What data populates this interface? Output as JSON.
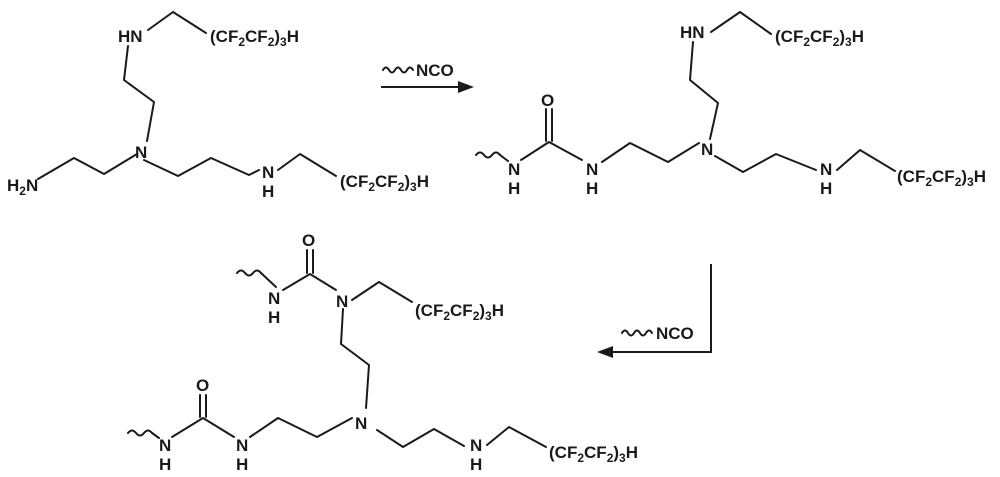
{
  "molecule_1": {
    "amine_end": {
      "main": "H",
      "sub": "2",
      "tail": "N"
    },
    "n_center": "N",
    "nh_upper": "HN",
    "nh_right": {
      "n": "N",
      "h": "H"
    },
    "fluoro_upper": {
      "open": "(CF",
      "sub1": "2",
      "mid": "CF",
      "sub2": "2",
      "close": ")",
      "sub3": "3",
      "end": "H"
    },
    "fluoro_right": {
      "open": "(CF",
      "sub1": "2",
      "mid": "CF",
      "sub2": "2",
      "close": ")",
      "sub3": "3",
      "end": "H"
    }
  },
  "arrow_1": {
    "reagent": "NCO"
  },
  "molecule_2": {
    "carbonyl_o": "O",
    "urea_nh_left": {
      "n": "N",
      "h": "H"
    },
    "urea_nh_right": {
      "n": "N",
      "h": "H"
    },
    "n_center": "N",
    "nh_upper": "HN",
    "nh_right": {
      "n": "N",
      "h": "H"
    },
    "fluoro_upper": {
      "open": "(CF",
      "sub1": "2",
      "mid": "CF",
      "sub2": "2",
      "close": ")",
      "sub3": "3",
      "end": "H"
    },
    "fluoro_right": {
      "open": "(CF",
      "sub1": "2",
      "mid": "CF",
      "sub2": "2",
      "close": ")",
      "sub3": "3",
      "end": "H"
    }
  },
  "arrow_2": {
    "reagent": "NCO"
  },
  "molecule_3": {
    "upper_carbonyl_o": "O",
    "upper_urea_nh": {
      "n": "N",
      "h": "H"
    },
    "upper_urea_n": "N",
    "lower_carbonyl_o": "O",
    "lower_urea_nh_left": {
      "n": "N",
      "h": "H"
    },
    "lower_urea_nh_right": {
      "n": "N",
      "h": "H"
    },
    "n_center": "N",
    "nh_right": {
      "n": "N",
      "h": "H"
    },
    "fluoro_upper": {
      "open": "(CF",
      "sub1": "2",
      "mid": "CF",
      "sub2": "2",
      "close": ")",
      "sub3": "3",
      "end": "H"
    },
    "fluoro_right": {
      "open": "(CF",
      "sub1": "2",
      "mid": "CF",
      "sub2": "2",
      "close": ")",
      "sub3": "3",
      "end": "H"
    }
  }
}
